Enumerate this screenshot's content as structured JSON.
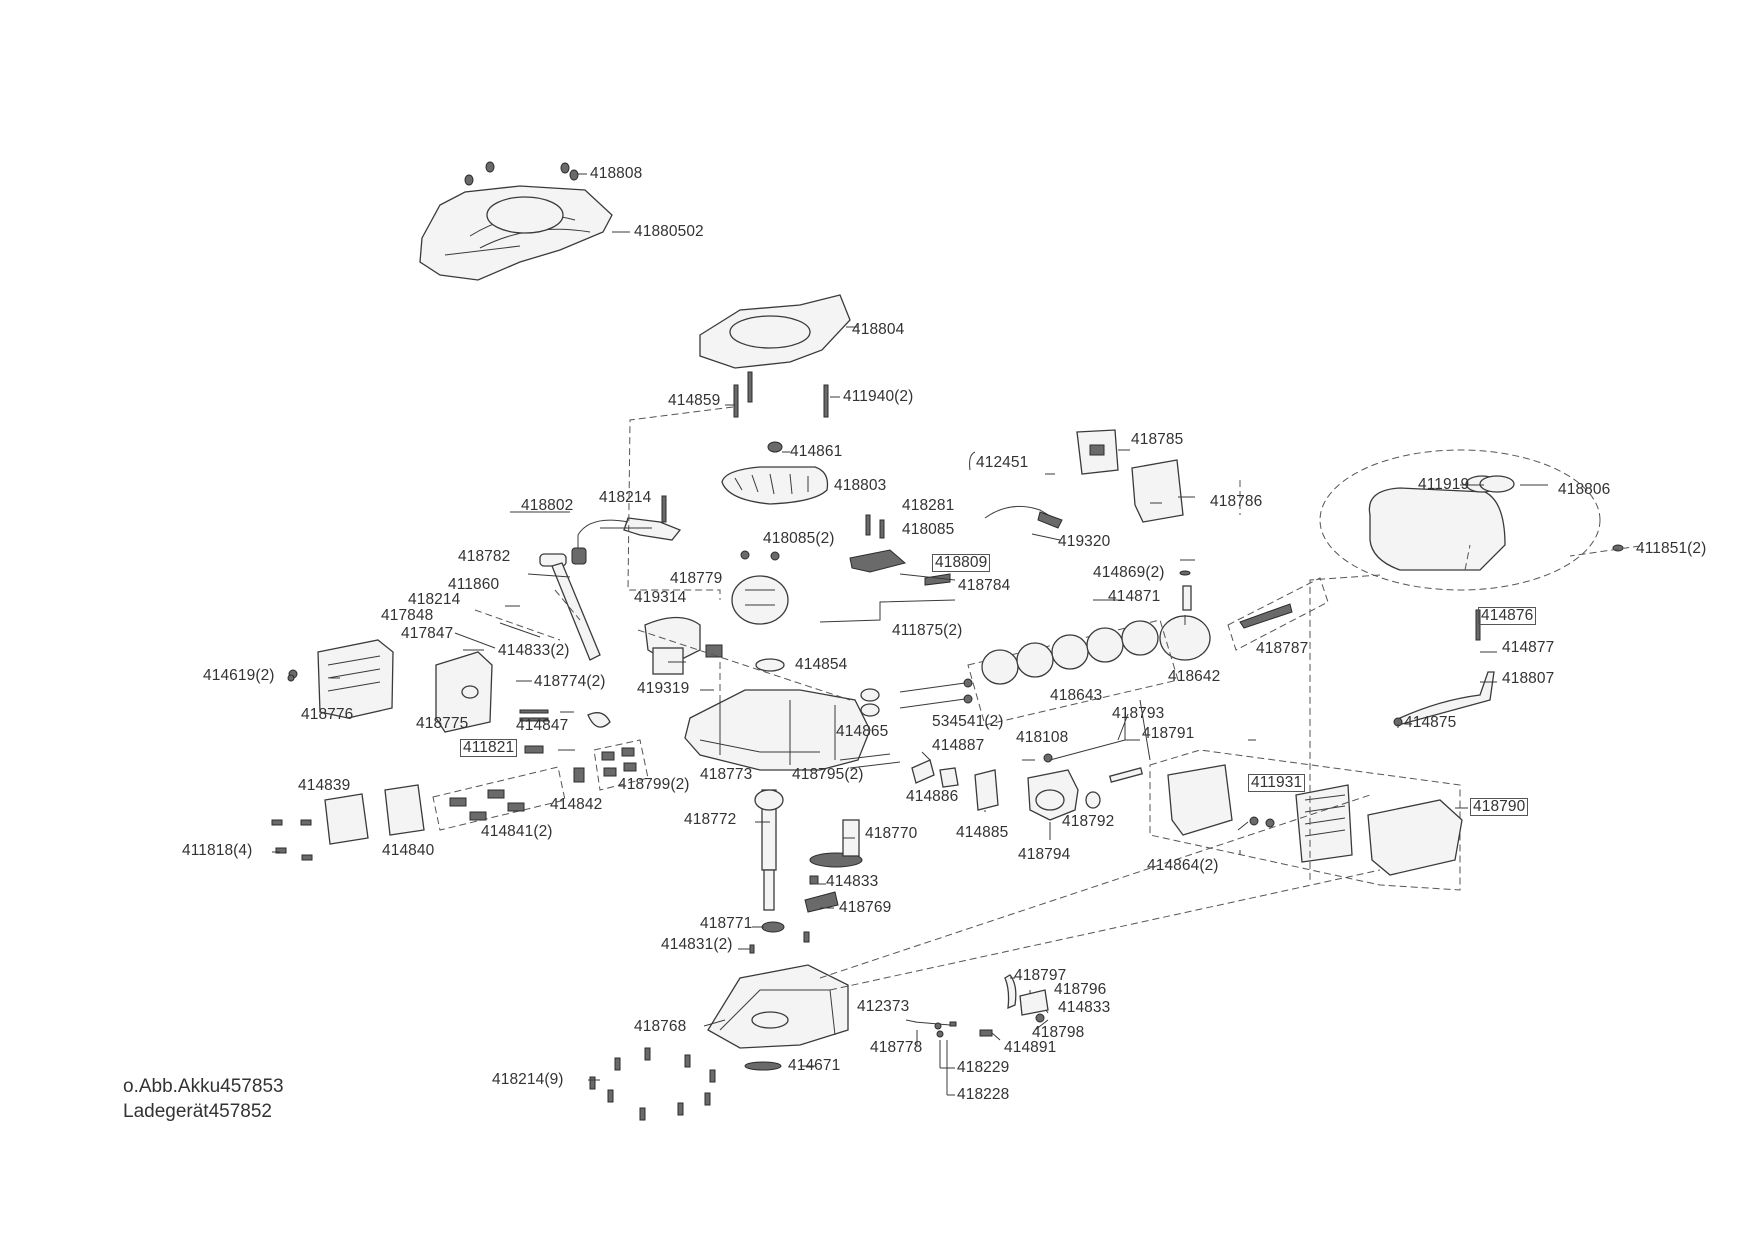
{
  "diagram": {
    "labels": [
      {
        "id": "p418808",
        "text": "418808"
      },
      {
        "id": "p41880502",
        "text": "41880502"
      },
      {
        "id": "p418804",
        "text": "418804"
      },
      {
        "id": "p414859",
        "text": "414859"
      },
      {
        "id": "p411940",
        "text": "411940(2)"
      },
      {
        "id": "p414861",
        "text": "414861"
      },
      {
        "id": "p412451",
        "text": "412451"
      },
      {
        "id": "p418785",
        "text": "418785"
      },
      {
        "id": "p418803",
        "text": "418803"
      },
      {
        "id": "p418214a",
        "text": "418214"
      },
      {
        "id": "p418802",
        "text": "418802"
      },
      {
        "id": "p418281",
        "text": "418281"
      },
      {
        "id": "p418085",
        "text": "418085"
      },
      {
        "id": "p418786",
        "text": "418786"
      },
      {
        "id": "p411919",
        "text": "411919"
      },
      {
        "id": "p418806",
        "text": "418806"
      },
      {
        "id": "p419320",
        "text": "419320"
      },
      {
        "id": "p418085b",
        "text": "418085(2)"
      },
      {
        "id": "p418782",
        "text": "418782"
      },
      {
        "id": "p418809",
        "text": "418809"
      },
      {
        "id": "p411851",
        "text": "411851(2)"
      },
      {
        "id": "p414869",
        "text": "414869(2)"
      },
      {
        "id": "p418779",
        "text": "418779"
      },
      {
        "id": "p418784",
        "text": "418784"
      },
      {
        "id": "p411860",
        "text": "411860"
      },
      {
        "id": "p418214b",
        "text": "418214"
      },
      {
        "id": "p419314",
        "text": "419314"
      },
      {
        "id": "p414871",
        "text": "414871"
      },
      {
        "id": "p417848",
        "text": "417848"
      },
      {
        "id": "p414876",
        "text": "414876"
      },
      {
        "id": "p417847",
        "text": "417847"
      },
      {
        "id": "p414833a",
        "text": "414833(2)"
      },
      {
        "id": "p418875",
        "text": "411875(2)"
      },
      {
        "id": "p414877",
        "text": "414877"
      },
      {
        "id": "p418787",
        "text": "418787"
      },
      {
        "id": "p414854",
        "text": "414854"
      },
      {
        "id": "p414619",
        "text": "414619(2)"
      },
      {
        "id": "p418774",
        "text": "418774(2)"
      },
      {
        "id": "p418642",
        "text": "418642"
      },
      {
        "id": "p418807",
        "text": "418807"
      },
      {
        "id": "p419319",
        "text": "419319"
      },
      {
        "id": "p418776",
        "text": "418776"
      },
      {
        "id": "p418643",
        "text": "418643"
      },
      {
        "id": "p534541",
        "text": "534541(2)"
      },
      {
        "id": "p414875",
        "text": "414875"
      },
      {
        "id": "p418775",
        "text": "418775"
      },
      {
        "id": "p414847",
        "text": "414847"
      },
      {
        "id": "p418793",
        "text": "418793"
      },
      {
        "id": "p414865",
        "text": "414865"
      },
      {
        "id": "p418108",
        "text": "418108"
      },
      {
        "id": "p418791",
        "text": "418791"
      },
      {
        "id": "p414887",
        "text": "414887"
      },
      {
        "id": "p411821",
        "text": "411821"
      },
      {
        "id": "p418773",
        "text": "418773"
      },
      {
        "id": "p418795",
        "text": "418795(2)"
      },
      {
        "id": "p418799",
        "text": "418799(2)"
      },
      {
        "id": "p414839",
        "text": "414839"
      },
      {
        "id": "p414842",
        "text": "414842"
      },
      {
        "id": "p414886",
        "text": "414886"
      },
      {
        "id": "p411931",
        "text": "411931"
      },
      {
        "id": "p418790",
        "text": "418790"
      },
      {
        "id": "p418772",
        "text": "418772"
      },
      {
        "id": "p418792",
        "text": "418792"
      },
      {
        "id": "p414841",
        "text": "414841(2)"
      },
      {
        "id": "p418770",
        "text": "418770"
      },
      {
        "id": "p414885",
        "text": "414885"
      },
      {
        "id": "p411818",
        "text": "411818(4)"
      },
      {
        "id": "p414840",
        "text": "414840"
      },
      {
        "id": "p418794",
        "text": "418794"
      },
      {
        "id": "p414864",
        "text": "414864(2)"
      },
      {
        "id": "p414833b",
        "text": "414833"
      },
      {
        "id": "p418769",
        "text": "418769"
      },
      {
        "id": "p418771",
        "text": "418771"
      },
      {
        "id": "p414831",
        "text": "414831(2)"
      },
      {
        "id": "p418797",
        "text": "418797"
      },
      {
        "id": "p418796",
        "text": "418796"
      },
      {
        "id": "p412373",
        "text": "412373"
      },
      {
        "id": "p414833c",
        "text": "414833"
      },
      {
        "id": "p418768",
        "text": "418768"
      },
      {
        "id": "p418798",
        "text": "418798"
      },
      {
        "id": "p418778",
        "text": "418778"
      },
      {
        "id": "p414891",
        "text": "414891"
      },
      {
        "id": "p418229",
        "text": "418229"
      },
      {
        "id": "p414671",
        "text": "414671"
      },
      {
        "id": "p418214c",
        "text": "418214(9)"
      },
      {
        "id": "p418228",
        "text": "418228"
      }
    ],
    "notes": {
      "line1": "o.Abb.Akku457853",
      "line2": "Ladegerät457852"
    }
  }
}
